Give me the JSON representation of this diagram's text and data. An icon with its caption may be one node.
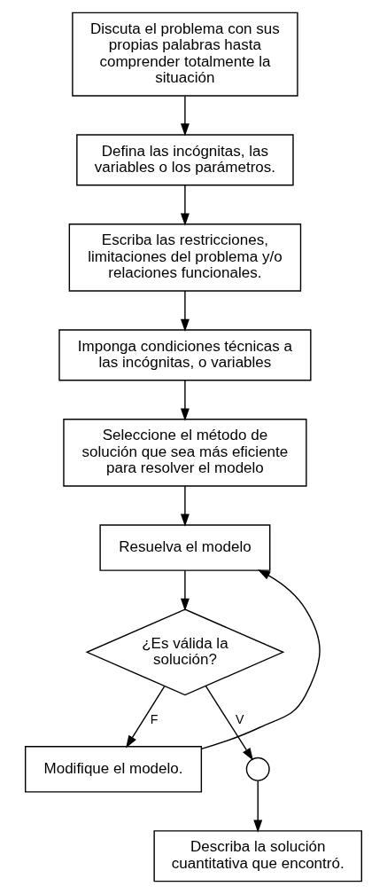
{
  "diagram": {
    "nodes": [
      {
        "text": [
          "Discuta el problema con sus propias palabras hasta comprender totalmente la situación"
        ]
      },
      {
        "text": [
          "Defina las incógnitas, las variables o los parámetros."
        ]
      },
      {
        "text": [
          "Escriba las restricciones, limitaciones del problema y/o relaciones funcionales."
        ]
      },
      {
        "text": [
          "Imponga condiciones técnicas a las incógnitas, o variables"
        ]
      },
      {
        "text": [
          "Seleccione el método de solución que sea más eficiente para resolver el modelo"
        ]
      },
      {
        "text": [
          "Resuelva el modelo"
        ]
      },
      {
        "text": [
          "¿Es válida la solución?"
        ]
      },
      {
        "text": [
          "Modifique el modelo."
        ]
      },
      {
        "text": [],
        "shape": "circle"
      },
      {
        "text": [
          "Describa la solución cuantitativa que encontró."
        ]
      }
    ],
    "edges": [
      {
        "from": 0,
        "to": 1,
        "arrow": "to"
      },
      {
        "from": 1,
        "to": 2,
        "arrow": "to"
      },
      {
        "from": 2,
        "to": 3,
        "arrow": "to"
      },
      {
        "from": 3,
        "to": 4,
        "arrow": "to"
      },
      {
        "from": 4,
        "to": 5,
        "arrow": "to"
      },
      {
        "from": 5,
        "to": 6,
        "arrow": "to"
      },
      {
        "from": 6,
        "to": 7,
        "arrow": "to",
        "label": "F"
      },
      {
        "from": 7,
        "to": 5,
        "arrow": "to"
      },
      {
        "from": 6,
        "to": 8,
        "arrow": "to",
        "label": "V"
      },
      {
        "from": 8,
        "to": 9,
        "arrow": "to"
      }
    ]
  }
}
